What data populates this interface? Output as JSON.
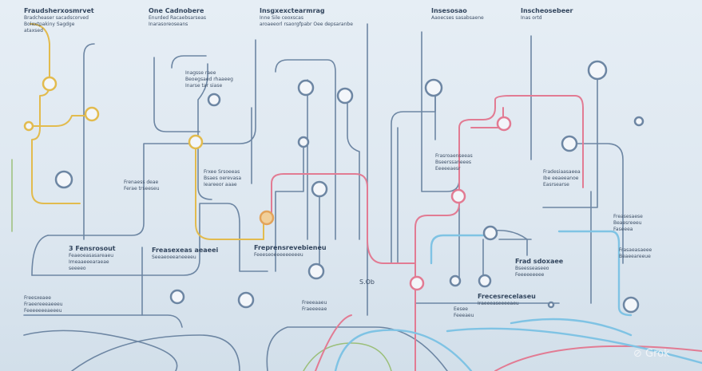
{
  "blocks": [
    {
      "title": "Fraudsherxosmrvet",
      "lines": [
        "Bradcheaser sacadscorved",
        "Bolextpakiny Sagdge",
        "ataxsed"
      ]
    },
    {
      "title": "One Cadnobere",
      "lines": [
        "Enurded Racaebsarseas",
        "Inarasoreoseans"
      ]
    },
    {
      "title": "Insgxexctearmrag",
      "lines": [
        "Inne Sile ceoxscas",
        "aroaeeorl rsaorgfpabr Oee depsaranbe"
      ]
    },
    {
      "title": "Insesosao",
      "lines": [
        "Aaoecses sasabsaene"
      ]
    },
    {
      "title": "Inscheosebeer",
      "lines": [
        "Inas ortd"
      ]
    },
    {
      "title": "",
      "lines": [
        "Inagsse raee",
        "Beoegsaed rhaaeeg",
        "Inarse tar siase"
      ]
    },
    {
      "title": "",
      "lines": [
        "Frxee Srsoeeas",
        "Bsaes oerevasa",
        "Ieareeor aaae"
      ]
    },
    {
      "title": "",
      "lines": [
        "Frenaess deae",
        "Ferae trseeseu"
      ]
    },
    {
      "title": "",
      "lines": [
        "Frasroaenseeas",
        "Bseerssaneees",
        "Eeeeeaesr"
      ]
    },
    {
      "title": "",
      "lines": [
        "Fradesiaasaeea",
        "Ibe eeaeeanoe",
        "Easrsearse"
      ]
    },
    {
      "title": "",
      "lines": [
        "Freasesaese",
        "Beaesreeeu",
        "Faseeea"
      ]
    },
    {
      "title": "3 Fensrosout",
      "lines": [
        "Feaeoeasasareaeu",
        "Imeaaeeearaeae",
        "seeeeo"
      ]
    },
    {
      "title": "Freasexeas aeaeei",
      "lines": [
        "Seeaeoeeaneeeeu"
      ]
    },
    {
      "title": "Freprensrevebieneu",
      "lines": [
        "Feeeseoeeeeeeeeeu"
      ]
    },
    {
      "title": "Frad sdoxaee",
      "lines": [
        "Bseesseaseeo",
        "Feeeeeeeee"
      ]
    },
    {
      "title": "Frecesrecelaseu",
      "lines": [
        "Iraeeeaseeeeaeu"
      ]
    },
    {
      "title": "",
      "lines": [
        "Freesxeaee",
        "Fraeereeeaeeeu",
        "Feeeeeeeaeeeu"
      ]
    },
    {
      "title": "",
      "lines": [
        "Freeeaaeu",
        "Fraeeeeae"
      ]
    },
    {
      "title": "",
      "lines": [
        "Eesee",
        "Feeeaeu"
      ]
    },
    {
      "title": "",
      "lines": [
        "Frasaeasaeee",
        "Beaeeareeue"
      ]
    }
  ],
  "marker_label": "S.Ob",
  "watermark": "Grok",
  "colors": {
    "gray": "#6d86a3",
    "yellow": "#e2bb4e",
    "pink": "#e27b93",
    "cyan": "#7fc3e4",
    "green": "#9bbf7a"
  }
}
